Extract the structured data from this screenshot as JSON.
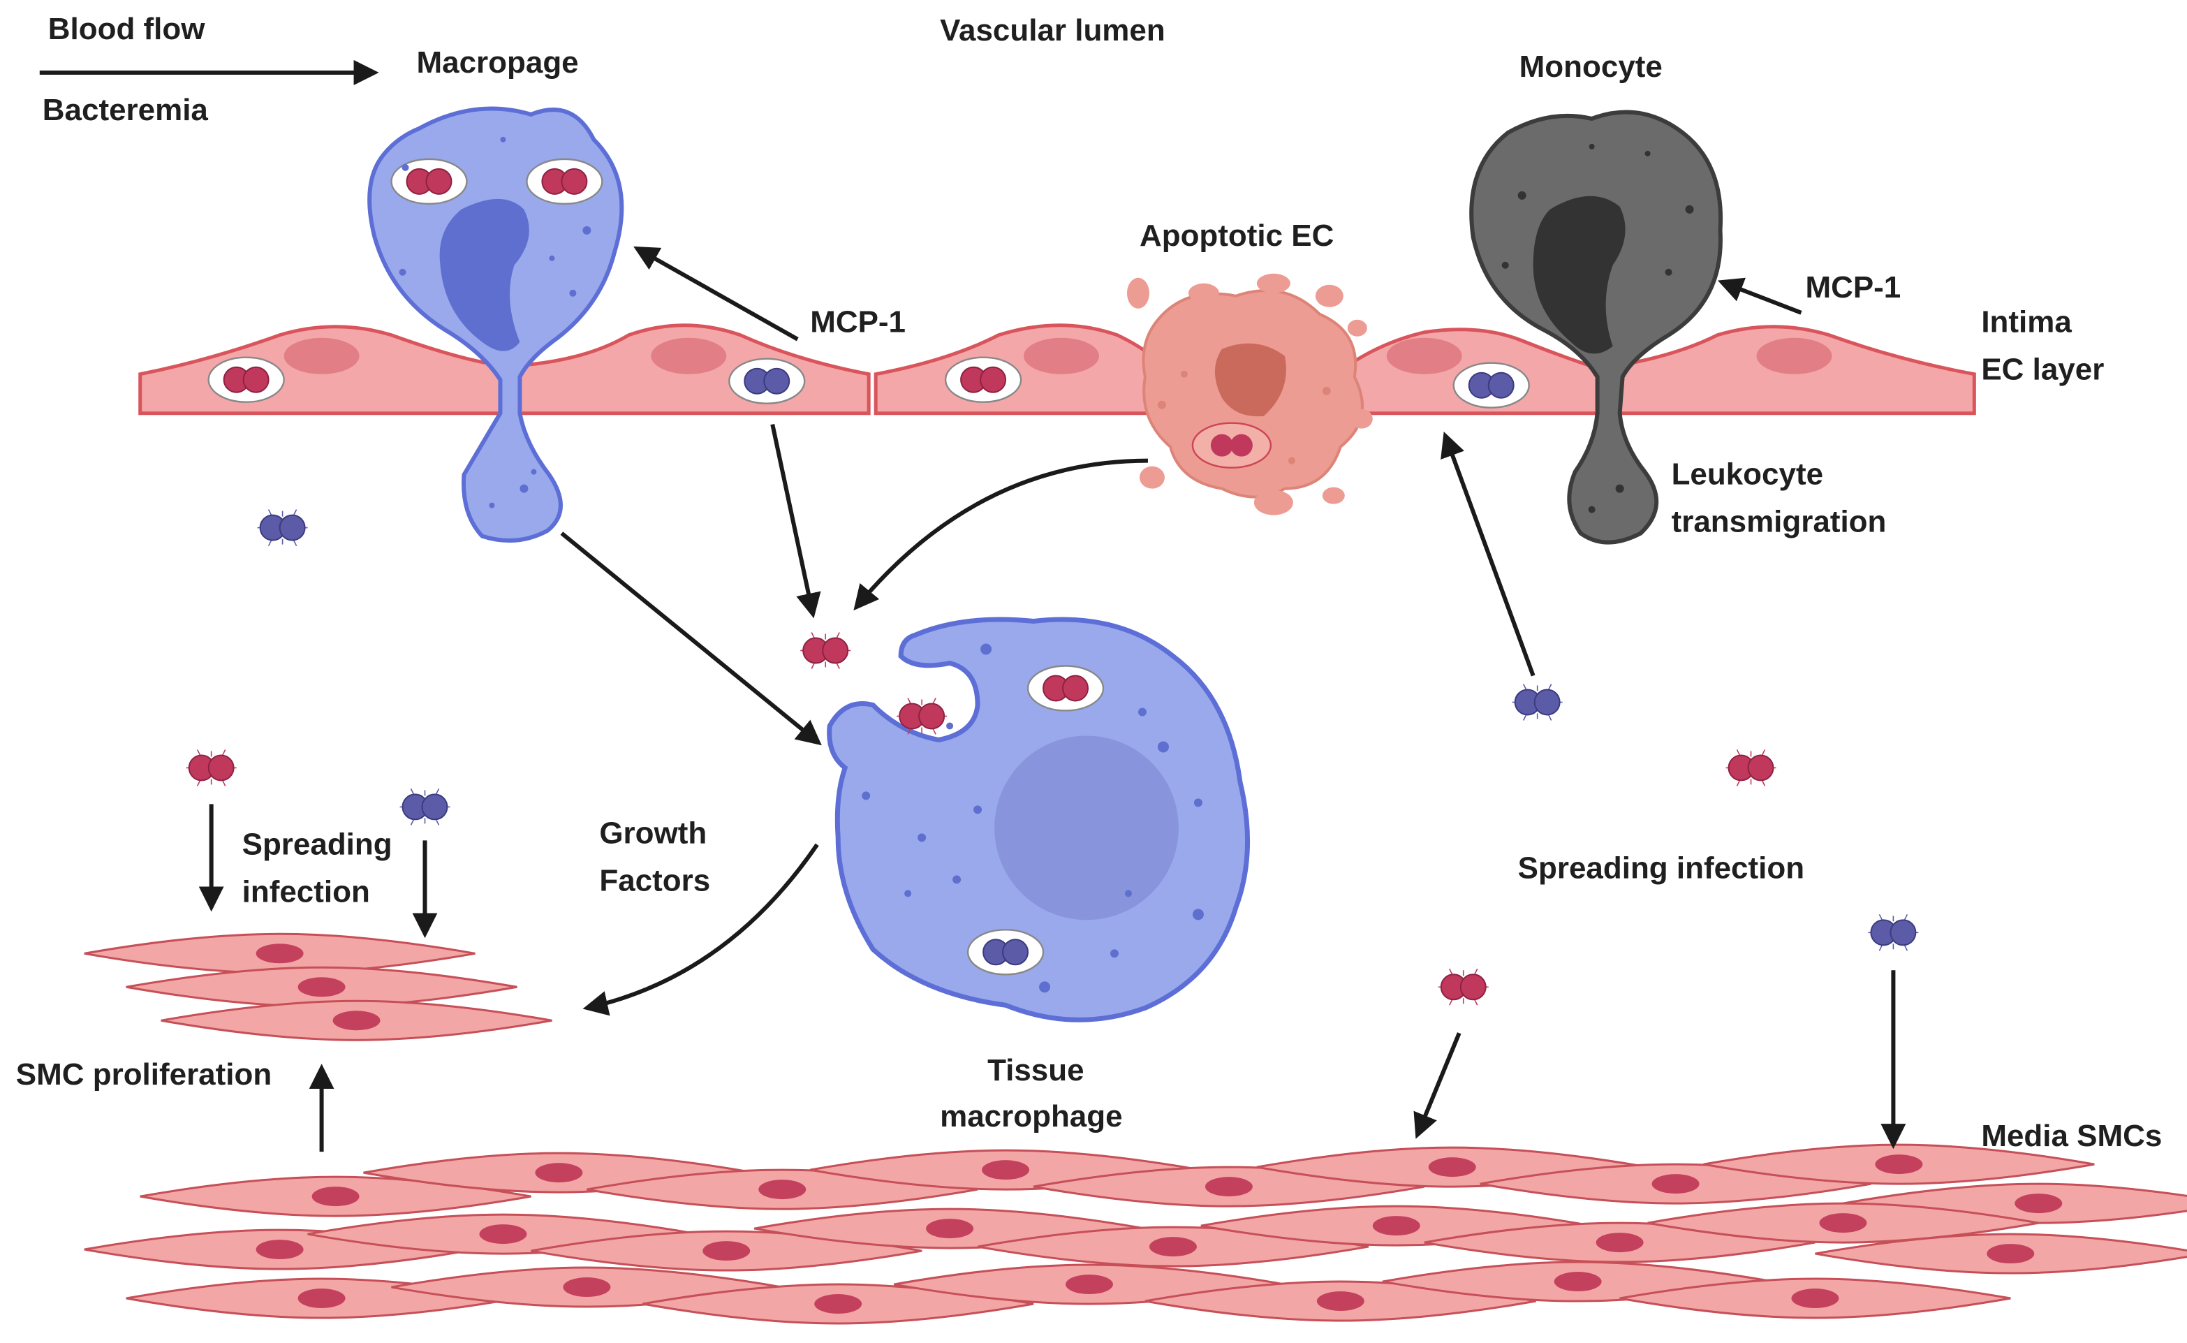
{
  "labels": {
    "blood_flow": "Blood flow",
    "bacteremia": "Bacteremia",
    "macrophage_top": "Macropage",
    "vascular_lumen": "Vascular lumen",
    "monocyte": "Monocyte",
    "apoptotic_ec": "Apoptotic EC",
    "mcp1_left": "MCP-1",
    "mcp1_right": "MCP-1",
    "intima_line1": "Intima",
    "intima_line2": "EC layer",
    "leukocyte_line1": "Leukocyte",
    "leukocyte_line2": "transmigration",
    "spreading_left_line1": "Spreading",
    "spreading_left_line2": "infection",
    "growth_line1": "Growth",
    "growth_line2": "Factors",
    "spreading_right": "Spreading infection",
    "smc_proliferation": "SMC proliferation",
    "tissue_line1": "Tissue",
    "tissue_line2": "macrophage",
    "media_smcs": "Media SMCs"
  },
  "colors": {
    "ec_fill": "#f4a7a9",
    "ec_stroke": "#d9555c",
    "ec_nucleus": "#e27f86",
    "macrophage_fill": "#9aa9ec",
    "macrophage_stroke": "#5d6fd6",
    "macrophage_nucleus": "#5f6fd0",
    "monocyte_fill": "#6b6b6b",
    "monocyte_stroke": "#3c3c3c",
    "monocyte_nucleus": "#333333",
    "apoptotic_fill": "#ec9c92",
    "apoptotic_nucleus": "#c96a5c",
    "bacteria_red": "#c0395c",
    "bacteria_blue": "#5b5ba8",
    "smc_fill": "#f3a6a6",
    "smc_stroke": "#c64f58",
    "smc_nucleus": "#c4415d",
    "arrow": "#1a1a1a"
  }
}
